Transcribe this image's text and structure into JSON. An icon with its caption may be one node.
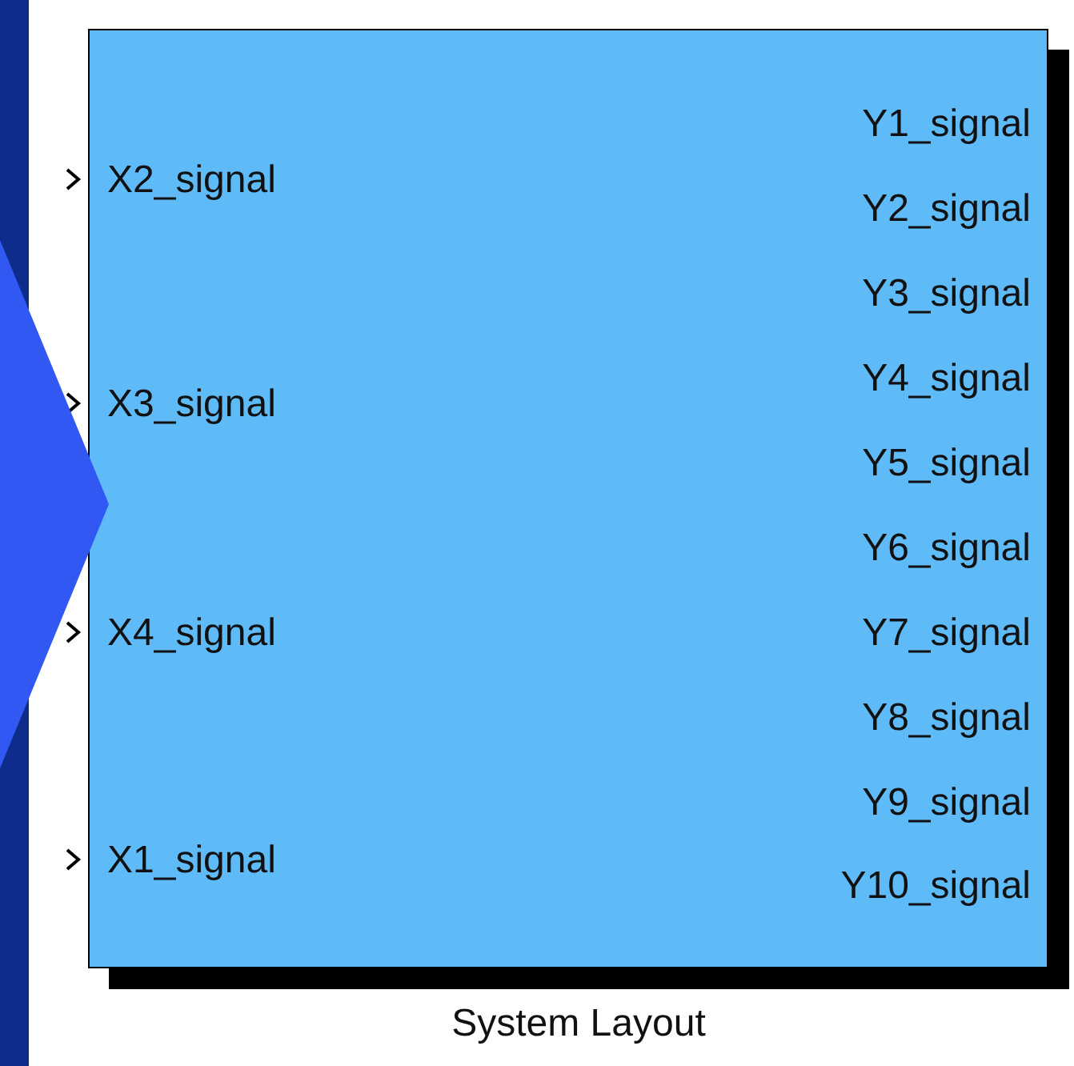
{
  "diagram": {
    "nodes": [
      {
        "text": [
          "X2_signal",
          "X3_signal",
          "X4_signal",
          "X1_signal",
          "Y1_signal",
          "Y2_signal",
          "Y3_signal",
          "Y4_signal",
          "Y5_signal",
          "Y6_signal",
          "Y7_signal",
          "Y8_signal",
          "Y9_signal",
          "Y10_signal"
        ],
        "beside": [
          "System Layout"
        ]
      }
    ]
  }
}
